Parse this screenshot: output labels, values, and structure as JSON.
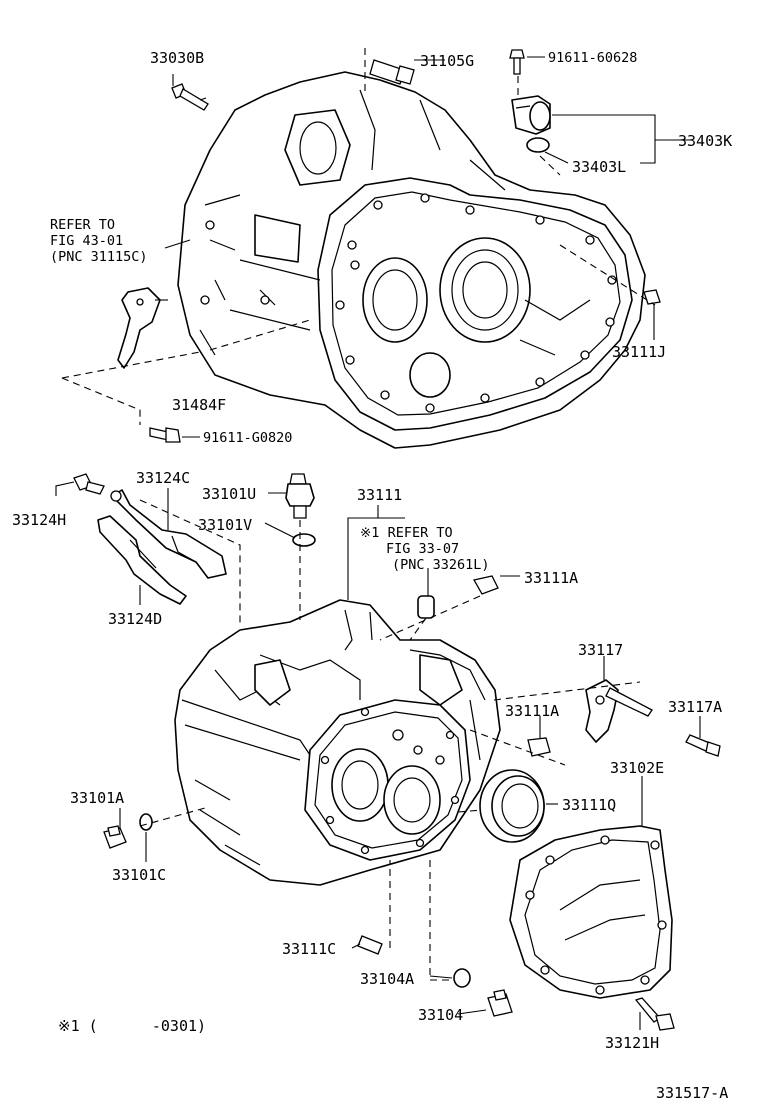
{
  "labels": {
    "p33030B": "33030B",
    "p31105G": "31105G",
    "p91611_60628": "91611-60628",
    "p33403K": "33403K",
    "p33403L": "33403L",
    "refer_upper_1": "REFER TO",
    "refer_upper_2": "FIG 43-01",
    "refer_upper_3": "(PNC 31115C)",
    "p33111J": "33111J",
    "p31484F": "31484F",
    "p91611_G0820": "91611-G0820",
    "p33124C": "33124C",
    "p33101U": "33101U",
    "p33111": "33111",
    "p33124H": "33124H",
    "p33101V": "33101V",
    "refer_lower_1": "※1 REFER TO",
    "refer_lower_2": "FIG 33-07",
    "refer_lower_3": "(PNC 33261L)",
    "p33111A_top": "33111A",
    "p33124D": "33124D",
    "p33117": "33117",
    "p33111A_mid": "33111A",
    "p33117A": "33117A",
    "p33102E": "33102E",
    "p33101A": "33101A",
    "p33111Q": "33111Q",
    "p33101C": "33101C",
    "p33111C": "33111C",
    "p33104A": "33104A",
    "p33104": "33104",
    "p33121H": "33121H",
    "footnote": "※1 (      -0301)",
    "figure_code": "331517-A"
  }
}
